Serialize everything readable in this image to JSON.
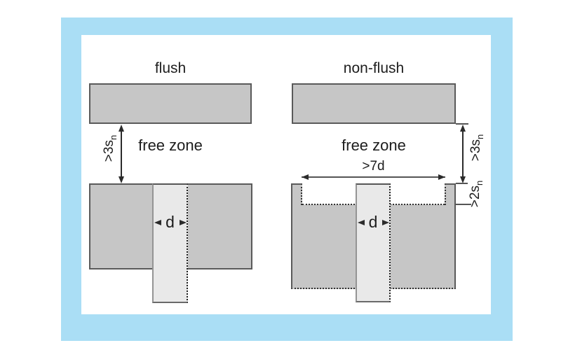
{
  "figure": {
    "type": "sensor-mounting-diagram",
    "colors": {
      "frame": "#aadef5",
      "material": "#c6c6c6",
      "sensor": "#e9e9e9",
      "edge": "#5a5a5a",
      "line": "#2b2b2b",
      "text": "#1d1d1d",
      "background": "#ffffff"
    },
    "left": {
      "title": "flush",
      "free_zone": "free zone",
      "gap_dim": {
        "text": ">3s",
        "sub": "n"
      },
      "diameter": "d"
    },
    "right": {
      "title": "non-flush",
      "free_zone": "free zone",
      "gap_dim": {
        "text": ">3s",
        "sub": "n"
      },
      "width_dim": ">7d",
      "depth_dim": {
        "text": ">2s",
        "sub": "n"
      },
      "diameter": "d"
    }
  }
}
